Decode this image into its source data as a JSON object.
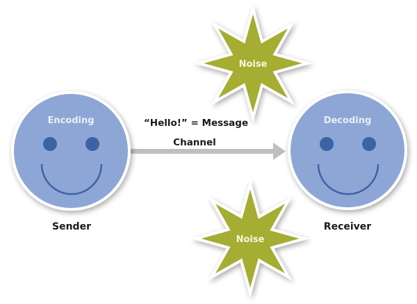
{
  "diagram": {
    "title": "Communication model",
    "colors": {
      "face_fill": "#8ea6d6",
      "face_feature": "#3a63a4",
      "face_border": "#ffffff",
      "noise_fill": "#a5ad33",
      "arrow": "#bfbfbf"
    },
    "sender": {
      "face_label": "Encoding",
      "role_label": "Sender"
    },
    "receiver": {
      "face_label": "Decoding",
      "role_label": "Receiver"
    },
    "channel": {
      "message_label": "“Hello!” = Message",
      "channel_label": "Channel"
    },
    "noise": [
      {
        "label": "Noise"
      },
      {
        "label": "Noise"
      }
    ]
  }
}
